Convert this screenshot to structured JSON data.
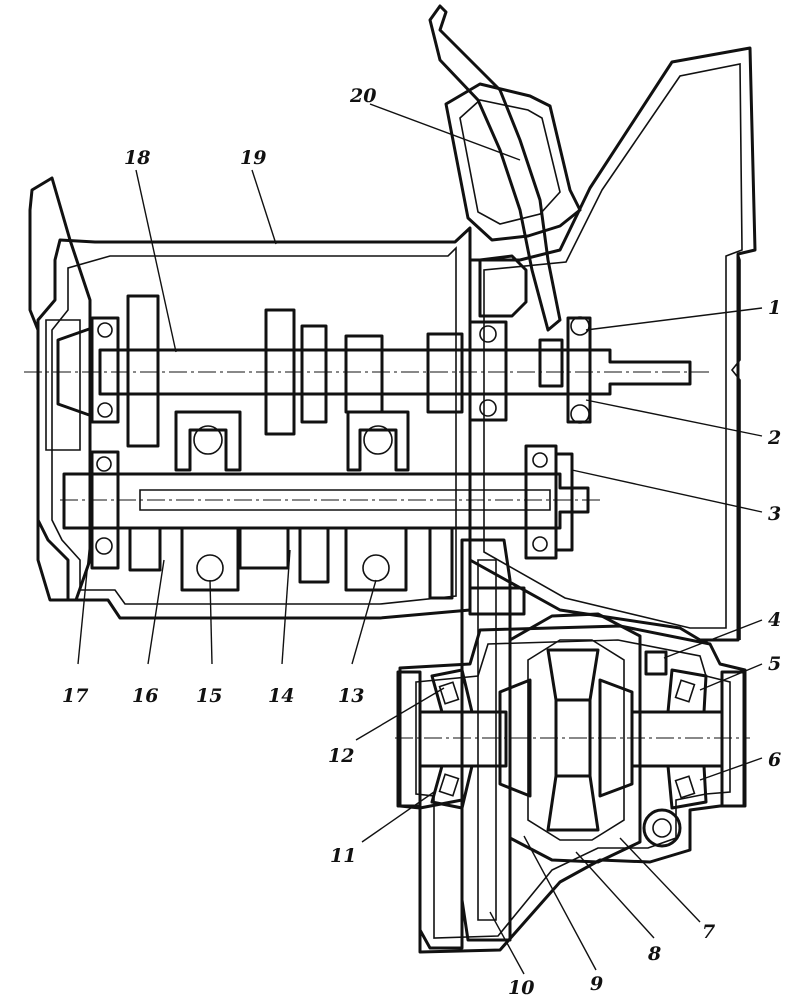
{
  "diagram": {
    "callouts": [
      "1",
      "2",
      "3",
      "4",
      "5",
      "6",
      "7",
      "8",
      "9",
      "10",
      "11",
      "12",
      "13",
      "14",
      "15",
      "16",
      "17",
      "18",
      "19",
      "20"
    ]
  },
  "colors": {
    "ink": "#111111",
    "background": "#ffffff"
  }
}
